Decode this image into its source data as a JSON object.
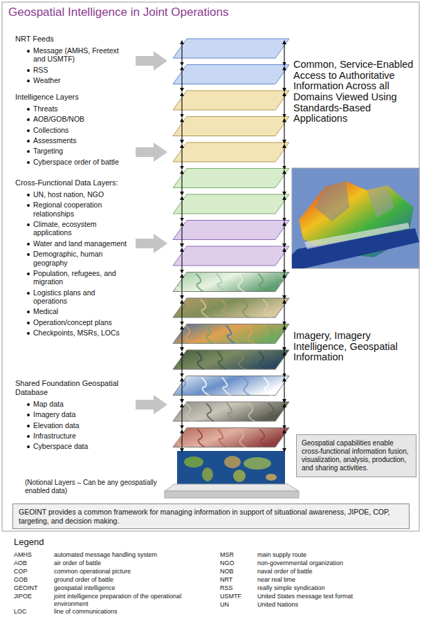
{
  "diagram": {
    "title": "Geospatial Intelligence in Joint Operations",
    "nodes": [
      {
        "text": [
          "Geospatial capabilities enable cross-functional information fusion, visualization, analysis, production, and sharing activities."
        ]
      },
      {
        "text": [
          "GEOINT provides a common framework for managing information in support of situational awareness, JIPOE, COP, targeting, and decision making."
        ]
      }
    ],
    "labels": [
      "NRT Feeds",
      "Message (AMHS, Freetext and USMTF)",
      "RSS",
      "Weather",
      "Intelligence Layers",
      "Threats",
      "AOB/GOB/NOB",
      "Collections",
      "Assessments",
      "Targeting",
      "Cyberspace order of battle",
      "Cross-Functional Data Layers:",
      "UN, host nation, NGO",
      "Regional cooperation relationships",
      "Climate, ecosystem applications",
      "Water and land management",
      "Demographic, human geography",
      "Population, refugees, and migration",
      "Logistics plans and operations",
      "Medical",
      "Operation/concept plans",
      "Checkpoints, MSRs, LOCs",
      "Shared Foundation Geospatial Database",
      "Map data",
      "Imagery data",
      "Elevation data",
      "Infrastructure",
      "Cyberspace data",
      "(Notional Layers – Can be any geospatially enabled data)",
      "Common, Service-Enabled Access to Authoritative Information Across all Domains Viewed Using Standards-Based Applications",
      "Imagery, Imagery Intelligence, Geospatial Information",
      "Legend",
      "AMHS",
      "automated message handling system",
      "AOB",
      "air order of battle",
      "COP",
      "common operational picture",
      "GOB",
      "ground order of battle",
      "GEOINT",
      "geospatial intelligence",
      "JIPOE",
      "joint intelligence preparation of the operational environment",
      "LOC",
      "line of communications",
      "MSR",
      "main supply route",
      "NGO",
      "non-governmental organization",
      "NOB",
      "naval order of battle",
      "NRT",
      "near real time",
      "RSS",
      "really simple syndication",
      "USMTF",
      "United States message text format",
      "UN",
      "United Nations"
    ]
  }
}
